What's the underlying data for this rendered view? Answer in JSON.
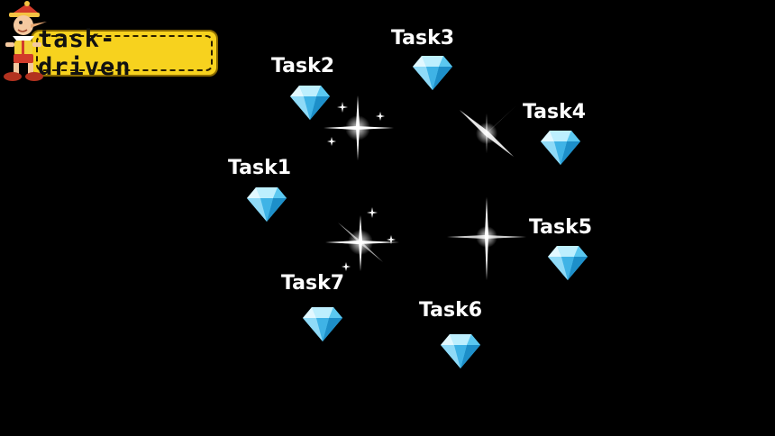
{
  "banner": {
    "label": "task-driven"
  },
  "icons": {
    "mascot": "pinocchio-mascot-icon",
    "gem": "diamond-icon",
    "sparkle": "sparkle-icon"
  },
  "colors": {
    "background": "#000000",
    "banner": "#f7d21e",
    "gem_light": "#bdeffe",
    "gem_mid": "#5bc8f0",
    "gem_dark": "#1d8fc9"
  },
  "tasks": [
    {
      "label": "Task1"
    },
    {
      "label": "Task2"
    },
    {
      "label": "Task3"
    },
    {
      "label": "Task4"
    },
    {
      "label": "Task5"
    },
    {
      "label": "Task6"
    },
    {
      "label": "Task7"
    }
  ]
}
